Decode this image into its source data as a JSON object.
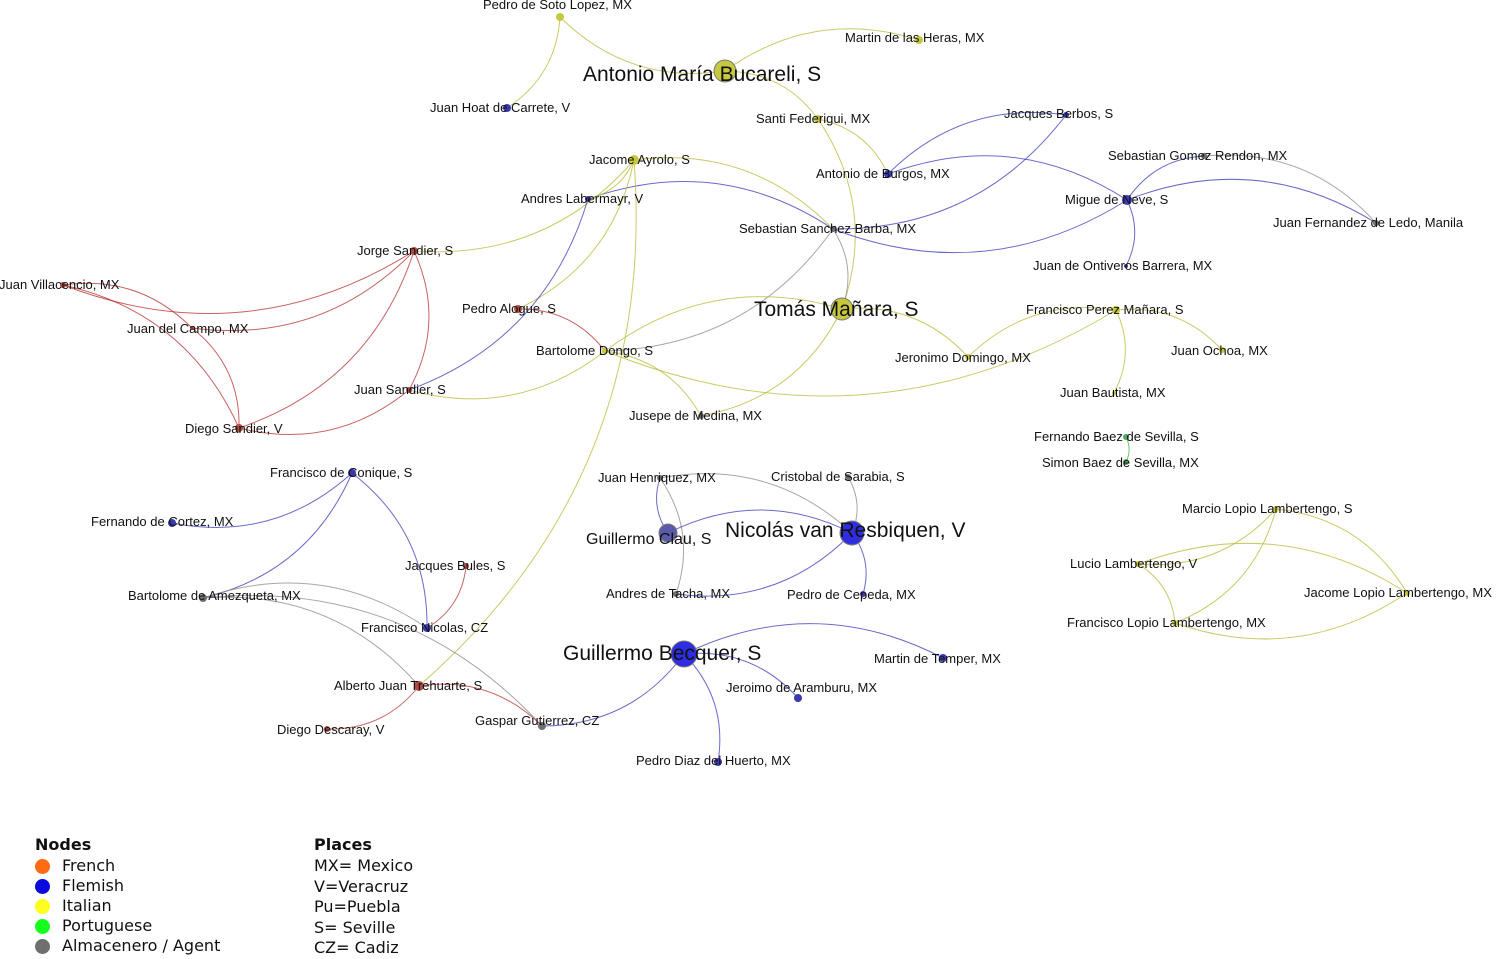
{
  "colors": {
    "french": "#ff6a13",
    "flemish": "#0a0adc",
    "italian": "#ffff1e",
    "portuguese": "#14ff1e",
    "agent": "#6f6f6f"
  },
  "nodes": [
    {
      "id": "soto",
      "label": "Pedro de Soto Lopez, MX",
      "group": "italian"
    },
    {
      "id": "heras",
      "label": "Martin de las Heras, MX",
      "group": "italian"
    },
    {
      "id": "bucareli",
      "label": "Antonio María Bucareli, S",
      "group": "italian"
    },
    {
      "id": "hoat",
      "label": "Juan Hoat de Carrete, V",
      "group": "flemish"
    },
    {
      "id": "federigui",
      "label": "Santi Federigui, MX",
      "group": "italian"
    },
    {
      "id": "berbos",
      "label": "Jacques Berbos, S",
      "group": "flemish"
    },
    {
      "id": "ayrolo",
      "label": "Jacome Ayrolo, S",
      "group": "italian"
    },
    {
      "id": "burgos",
      "label": "Antonio de Burgos, MX",
      "group": "flemish"
    },
    {
      "id": "gomez",
      "label": "Sebastian Gomez Rendon, MX",
      "group": "agent"
    },
    {
      "id": "labermayr",
      "label": "Andres Labermayr, V",
      "group": "flemish"
    },
    {
      "id": "neve",
      "label": "Migue de Neve, S",
      "group": "flemish"
    },
    {
      "id": "ledo",
      "label": "Juan Fernandez de Ledo, Manila",
      "group": "agent"
    },
    {
      "id": "barba",
      "label": "Sebastian Sanchez Barba, MX",
      "group": "agent"
    },
    {
      "id": "jsandier",
      "label": "Jorge Sandier, S",
      "group": "french"
    },
    {
      "id": "ontiveros",
      "label": "Juan de Ontiveros Barrera, MX",
      "group": "flemish"
    },
    {
      "id": "villacencio",
      "label": "Juan Villacencio, MX",
      "group": "french"
    },
    {
      "id": "alogue",
      "label": "Pedro Alogue, S",
      "group": "french"
    },
    {
      "id": "manara",
      "label": "Tomás Mañara, S",
      "group": "italian"
    },
    {
      "id": "fperez",
      "label": "Francisco Perez Mañara, S",
      "group": "italian"
    },
    {
      "id": "campo",
      "label": "Juan del Campo, MX",
      "group": "french"
    },
    {
      "id": "ochoa",
      "label": "Juan Ochoa, MX",
      "group": "italian"
    },
    {
      "id": "dongo",
      "label": "Bartolome Dongo, S",
      "group": "italian"
    },
    {
      "id": "domingo",
      "label": "Jeronimo Domingo, MX",
      "group": "italian"
    },
    {
      "id": "jusandier",
      "label": "Juan Sandier, S",
      "group": "french"
    },
    {
      "id": "bautista",
      "label": "Juan Bautista, MX",
      "group": "italian"
    },
    {
      "id": "medina",
      "label": "Jusepe de Medina, MX",
      "group": "agent"
    },
    {
      "id": "dsandier",
      "label": "Diego Sandier, V",
      "group": "french"
    },
    {
      "id": "fbaez",
      "label": "Fernando Baez de Sevilla, S",
      "group": "portuguese"
    },
    {
      "id": "sbaez",
      "label": "Simon Baez de Sevilla, MX",
      "group": "portuguese"
    },
    {
      "id": "conique",
      "label": "Francisco de Conique, S",
      "group": "flemish"
    },
    {
      "id": "henriquez",
      "label": "Juan Henriquez, MX",
      "group": "agent"
    },
    {
      "id": "sarabia",
      "label": "Cristobal de Sarabia, S",
      "group": "agent"
    },
    {
      "id": "cortez",
      "label": "Fernando de Cortez, MX",
      "group": "flemish"
    },
    {
      "id": "resbiquen",
      "label": "Nicolás van Resbiquen, V",
      "group": "flemish"
    },
    {
      "id": "clau",
      "label": "Guillermo Clau, S",
      "group": "flemish"
    },
    {
      "id": "marcio",
      "label": "Marcio Lopio Lambertengo, S",
      "group": "italian"
    },
    {
      "id": "bules",
      "label": "Jacques Bules, S",
      "group": "french"
    },
    {
      "id": "lucio",
      "label": "Lucio Lambertengo, V",
      "group": "italian"
    },
    {
      "id": "amezqueta",
      "label": "Bartolome de Amezqueta, MX",
      "group": "agent"
    },
    {
      "id": "tacha",
      "label": "Andres de Tacha, MX",
      "group": "agent"
    },
    {
      "id": "cepeda",
      "label": "Pedro de Cepeda, MX",
      "group": "flemish"
    },
    {
      "id": "jacome",
      "label": "Jacome Lopio Lambertengo, MX",
      "group": "italian"
    },
    {
      "id": "flopio",
      "label": "Francisco Lopio Lambertengo, MX",
      "group": "italian"
    },
    {
      "id": "fnicolas",
      "label": "Francisco Nicolas, CZ",
      "group": "flemish"
    },
    {
      "id": "becquer",
      "label": "Guillermo Becquer, S",
      "group": "flemish"
    },
    {
      "id": "temper",
      "label": "Martin de Temper, MX",
      "group": "flemish"
    },
    {
      "id": "trehuarte",
      "label": "Alberto Juan Trehuarte, S",
      "group": "french"
    },
    {
      "id": "aramburu",
      "label": "Jeroimo de Aramburu, MX",
      "group": "flemish"
    },
    {
      "id": "descaray",
      "label": "Diego Descaray, V",
      "group": "french"
    },
    {
      "id": "gutierrez",
      "label": "Gaspar Gutierrez, CZ",
      "group": "agent"
    },
    {
      "id": "huerto",
      "label": "Pedro Diaz del Huerto, MX",
      "group": "flemish"
    }
  ],
  "edges": [
    [
      "bucareli",
      "soto"
    ],
    [
      "bucareli",
      "heras"
    ],
    [
      "soto",
      "hoat"
    ],
    [
      "bucareli",
      "federigui"
    ],
    [
      "federigui",
      "manara"
    ],
    [
      "federigui",
      "burgos"
    ],
    [
      "burgos",
      "berbos"
    ],
    [
      "burgos",
      "neve"
    ],
    [
      "berbos",
      "barba"
    ],
    [
      "neve",
      "gomez"
    ],
    [
      "neve",
      "ledo"
    ],
    [
      "gomez",
      "ledo"
    ],
    [
      "neve",
      "ontiveros"
    ],
    [
      "neve",
      "barba"
    ],
    [
      "labermayr",
      "barba"
    ],
    [
      "ayrolo",
      "labermayr"
    ],
    [
      "ayrolo",
      "barba"
    ],
    [
      "ayrolo",
      "jsandier"
    ],
    [
      "ayrolo",
      "alogue"
    ],
    [
      "ayrolo",
      "trehuarte"
    ],
    [
      "labermayr",
      "jusandier"
    ],
    [
      "barba",
      "dongo"
    ],
    [
      "barba",
      "manara"
    ],
    [
      "jsandier",
      "villacencio"
    ],
    [
      "jsandier",
      "campo"
    ],
    [
      "jsandier",
      "dsandier"
    ],
    [
      "jsandier",
      "jusandier"
    ],
    [
      "villacencio",
      "campo"
    ],
    [
      "villacencio",
      "dsandier"
    ],
    [
      "campo",
      "dsandier"
    ],
    [
      "jusandier",
      "dsandier"
    ],
    [
      "alogue",
      "dongo"
    ],
    [
      "dongo",
      "jusandier"
    ],
    [
      "dongo",
      "manara"
    ],
    [
      "manara",
      "domingo"
    ],
    [
      "manara",
      "medina"
    ],
    [
      "dongo",
      "medina"
    ],
    [
      "domingo",
      "fperez"
    ],
    [
      "fperez",
      "ochoa"
    ],
    [
      "fperez",
      "bautista"
    ],
    [
      "fperez",
      "dongo"
    ],
    [
      "fbaez",
      "sbaez"
    ],
    [
      "conique",
      "cortez"
    ],
    [
      "conique",
      "amezqueta"
    ],
    [
      "conique",
      "fnicolas"
    ],
    [
      "bules",
      "fnicolas"
    ],
    [
      "amezqueta",
      "fnicolas"
    ],
    [
      "amezqueta",
      "trehuarte"
    ],
    [
      "amezqueta",
      "gutierrez"
    ],
    [
      "trehuarte",
      "descaray"
    ],
    [
      "trehuarte",
      "gutierrez"
    ],
    [
      "henriquez",
      "resbiquen"
    ],
    [
      "henriquez",
      "tacha"
    ],
    [
      "sarabia",
      "resbiquen"
    ],
    [
      "clau",
      "resbiquen"
    ],
    [
      "resbiquen",
      "tacha"
    ],
    [
      "resbiquen",
      "cepeda"
    ],
    [
      "clau",
      "henriquez"
    ],
    [
      "becquer",
      "temper"
    ],
    [
      "becquer",
      "aramburu"
    ],
    [
      "becquer",
      "huerto"
    ],
    [
      "becquer",
      "gutierrez"
    ],
    [
      "marcio",
      "lucio"
    ],
    [
      "marcio",
      "jacome"
    ],
    [
      "marcio",
      "flopio"
    ],
    [
      "lucio",
      "jacome"
    ],
    [
      "lucio",
      "flopio"
    ],
    [
      "jacome",
      "flopio"
    ]
  ],
  "legend": {
    "nodes_title": "Nodes",
    "nodes_items": [
      {
        "label": "French",
        "color": "#ff6a13"
      },
      {
        "label": "Flemish",
        "color": "#0a0adc"
      },
      {
        "label": "Italian",
        "color": "#ffff1e"
      },
      {
        "label": "Portuguese",
        "color": "#14ff1e"
      },
      {
        "label": "Almacenero / Agent",
        "color": "#6f6f6f"
      }
    ],
    "places_title": "Places",
    "places_items": [
      "MX= Mexico",
      "V=Veracruz",
      "Pu=Puebla",
      "S= Seville",
      "CZ= Cadiz"
    ]
  }
}
